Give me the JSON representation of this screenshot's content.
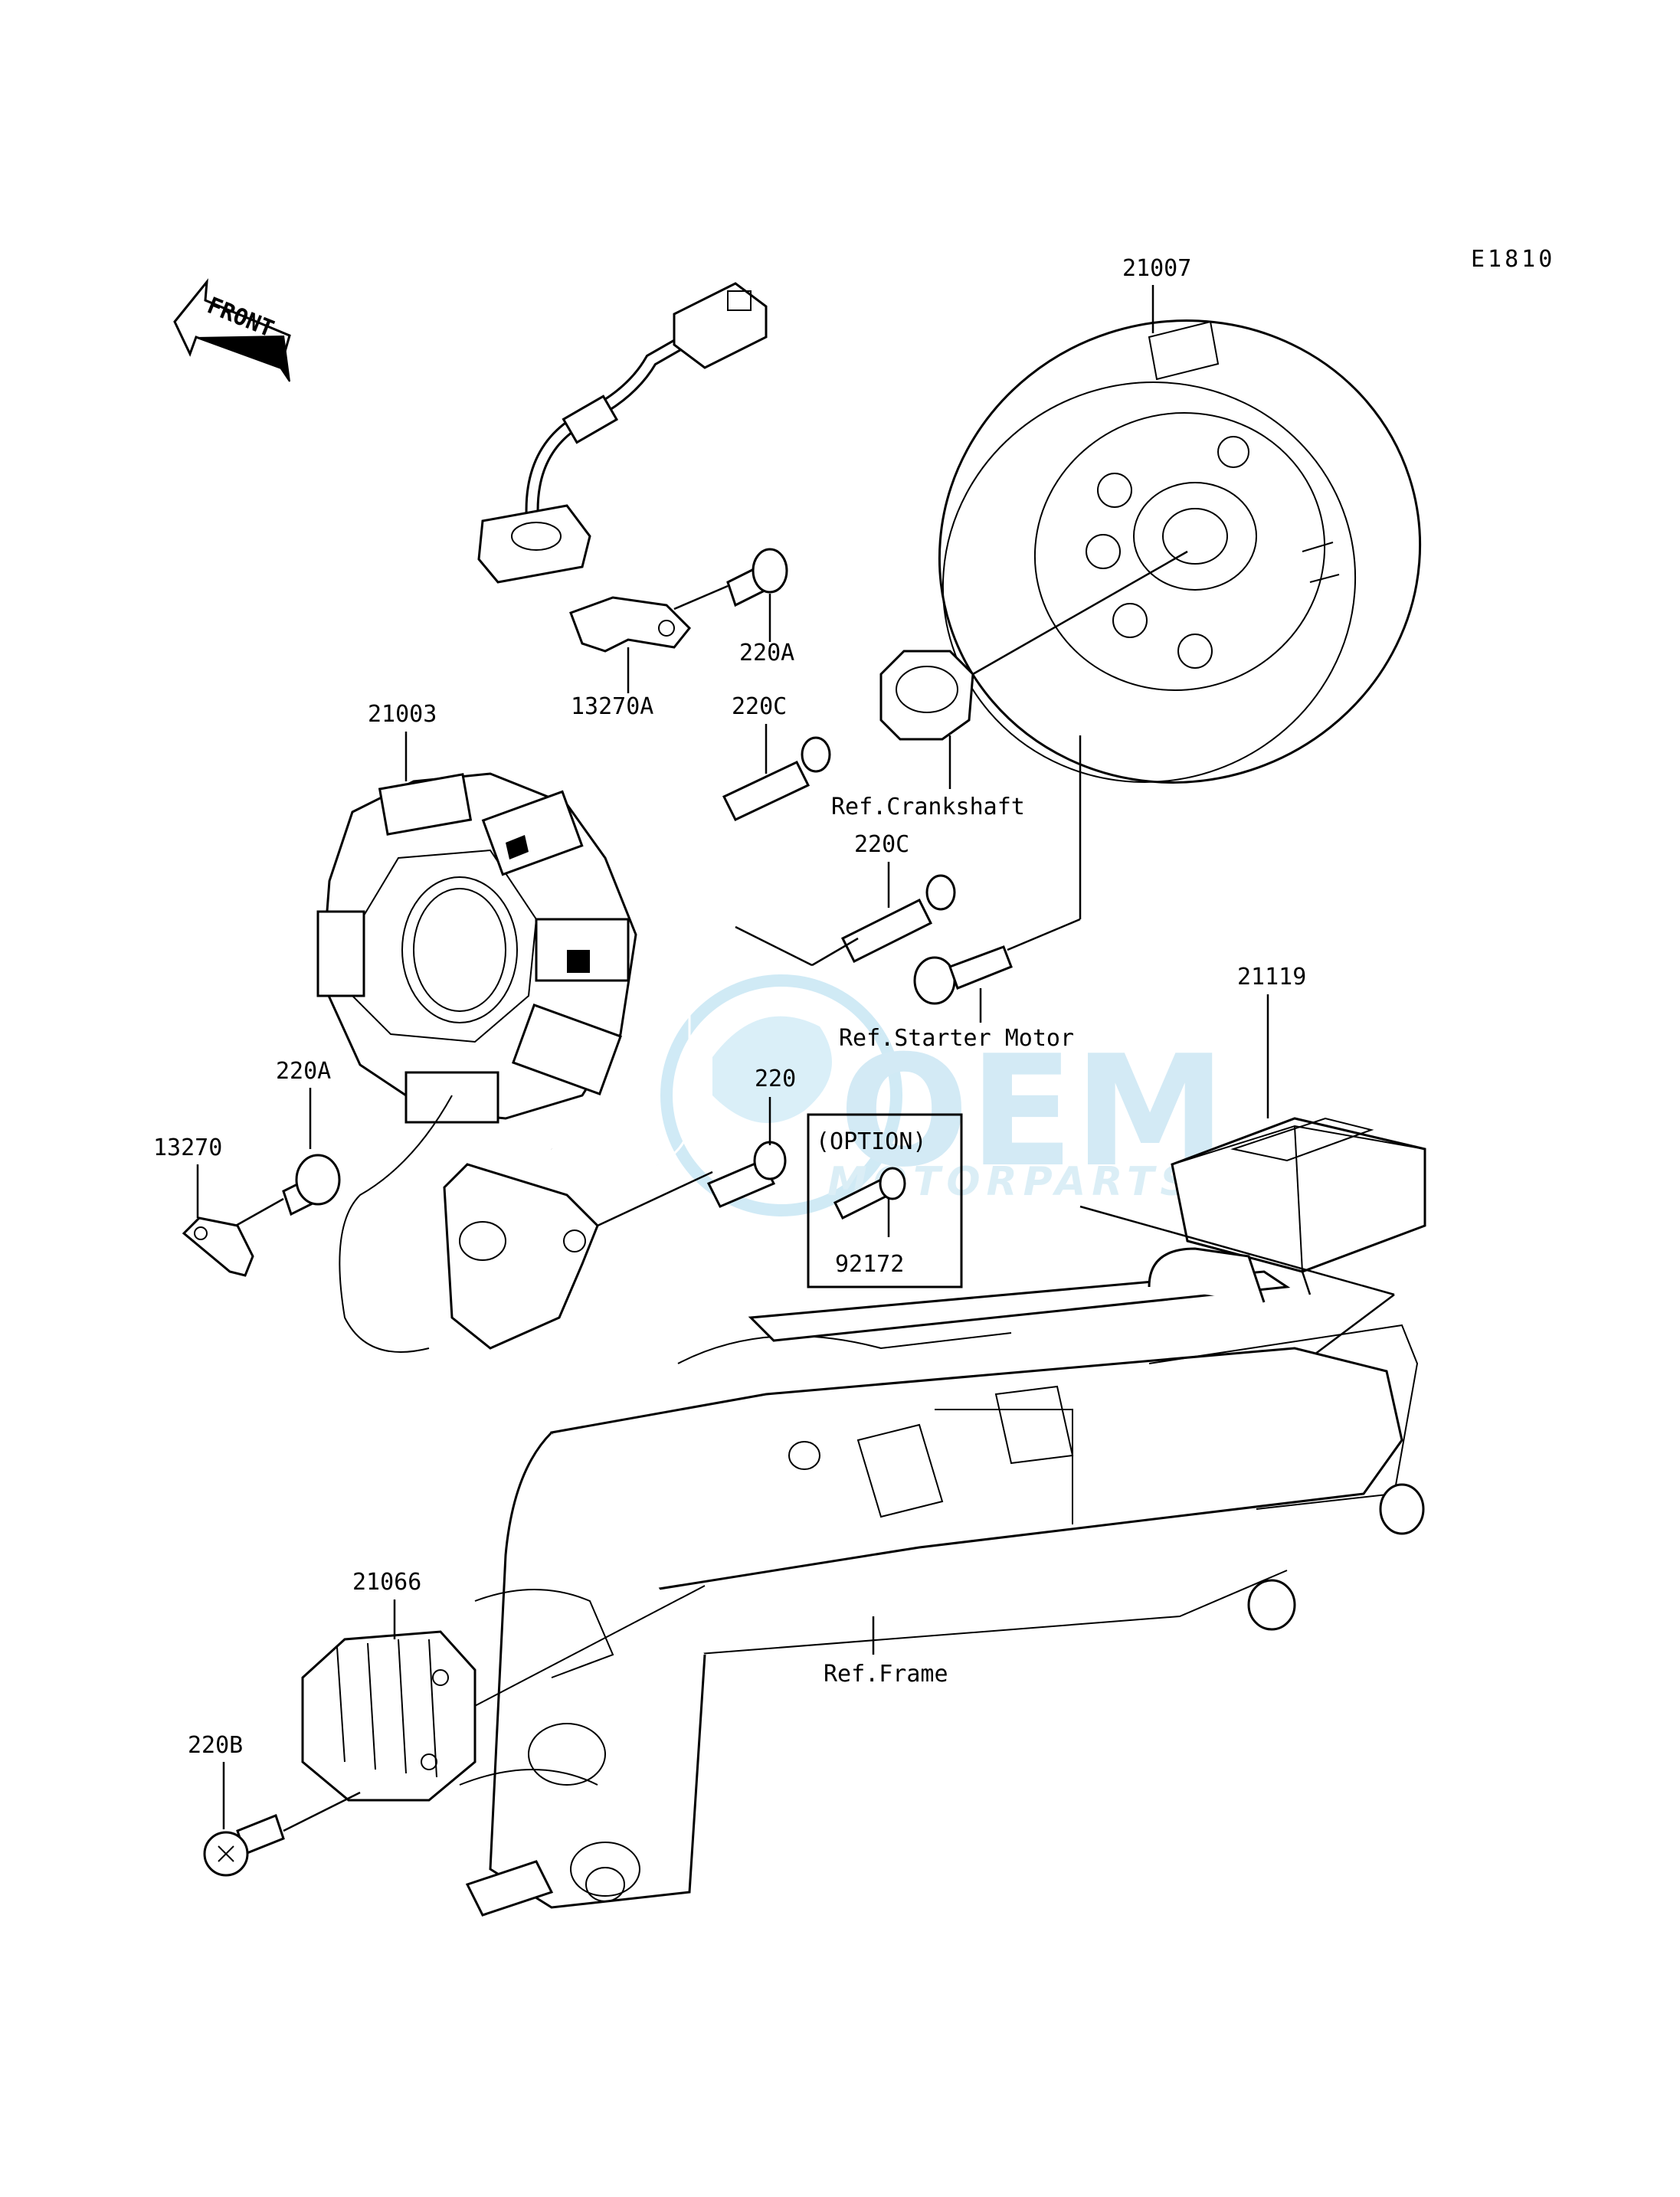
{
  "diagram_code": "E1810",
  "front_label": "FRONT",
  "watermark": {
    "brand": "OEM",
    "sub": "MOTORPARTS",
    "color": "#bfe3f3"
  },
  "callouts": {
    "flywheel": "21007",
    "stator": "21003",
    "bracket_upper": "13270A",
    "bolt_upper": "220A",
    "bolt_long_1": "220C",
    "bolt_long_2": "220C",
    "ref_crankshaft": "Ref.Crankshaft",
    "ref_starter": "Ref.Starter Motor",
    "ignitor": "21119",
    "bolt_left": "220A",
    "bracket_left": "13270",
    "bolt_pickup": "220",
    "option_label": "(OPTION)",
    "option_part": "92172",
    "regulator": "21066",
    "bolt_regulator": "220B",
    "ref_frame": "Ref.Frame"
  }
}
